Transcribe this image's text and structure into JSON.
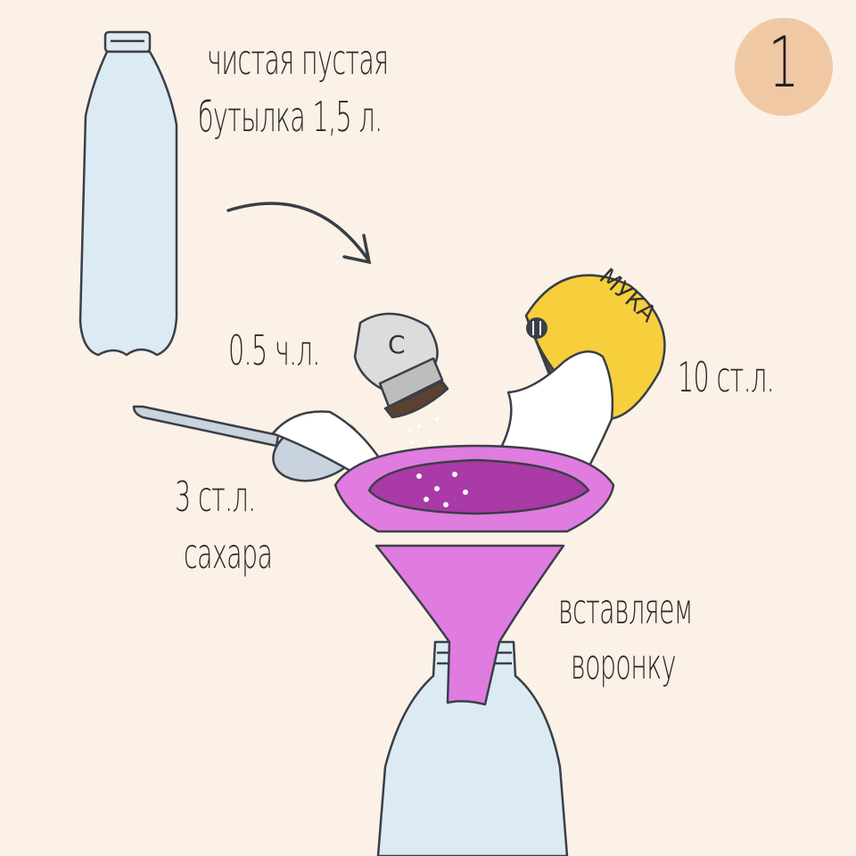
{
  "step": {
    "number": "1",
    "badge_color": "#f0c9a4"
  },
  "labels": {
    "bottle_line1": "чистая пустая",
    "bottle_line2": "бутылка 1,5 л.",
    "salt_amount": "0.5 ч.л.",
    "flour_amount": "10 ст.л.",
    "sugar_line1": "3 ст.л.",
    "sugar_line2": "сахара",
    "funnel_line1": "вставляем",
    "funnel_line2": "воронку"
  },
  "flour_bowl": {
    "label": "МУКА",
    "color": "#f7cf3c"
  },
  "shaker": {
    "label": "С"
  },
  "colors": {
    "background": "#fbf1e7",
    "bottle": "#dceaf3",
    "funnel": "#e07be0",
    "funnel_dark": "#a93aa6",
    "spoon": "#c9d3de"
  },
  "icons": [
    "arrow-icon",
    "fork-knife-icon"
  ]
}
